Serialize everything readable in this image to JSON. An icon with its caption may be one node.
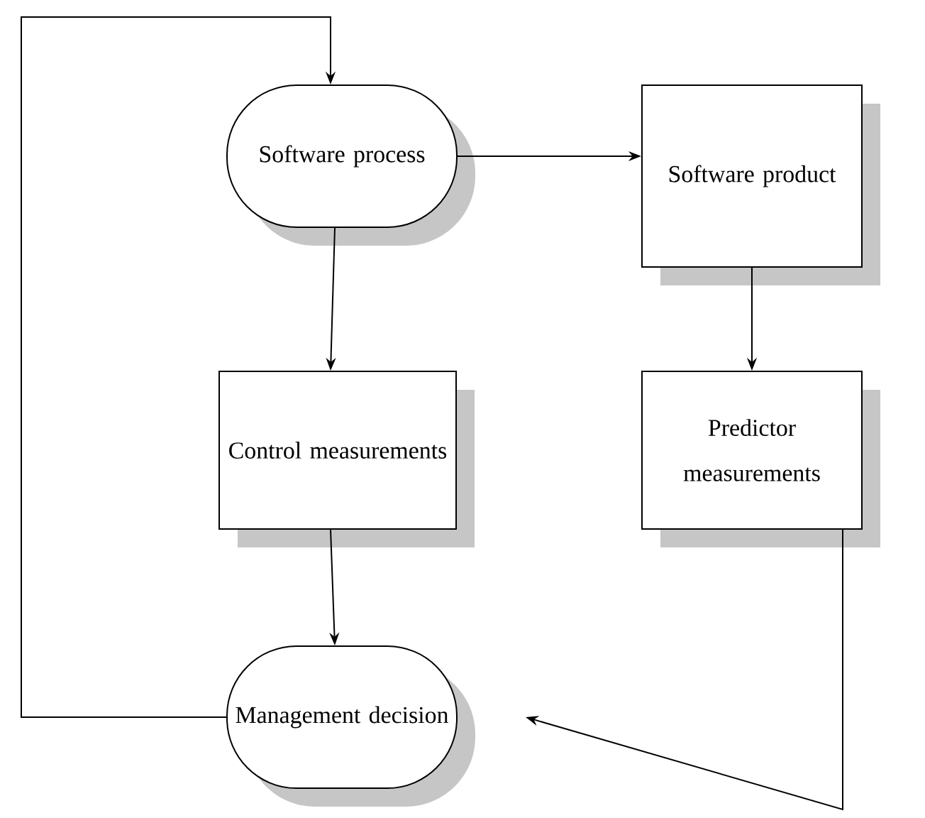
{
  "diagram": {
    "nodes": [
      {
        "text": [
          "Software process"
        ]
      },
      {
        "text": [
          "Software product"
        ]
      },
      {
        "text": [
          "Control measurements"
        ]
      },
      {
        "text": [
          "Predictor measurements"
        ]
      },
      {
        "text": [
          "Management decision"
        ]
      }
    ],
    "edges": [
      {
        "from": 0,
        "to": 1,
        "arrow": "to"
      },
      {
        "from": 0,
        "to": 2,
        "arrow": "to"
      },
      {
        "from": 1,
        "to": 3,
        "arrow": "to"
      },
      {
        "from": 2,
        "to": 4,
        "arrow": "to"
      },
      {
        "from": 3,
        "to": 4,
        "arrow": "to"
      },
      {
        "from": 4,
        "to": 0,
        "arrow": "to"
      }
    ]
  }
}
